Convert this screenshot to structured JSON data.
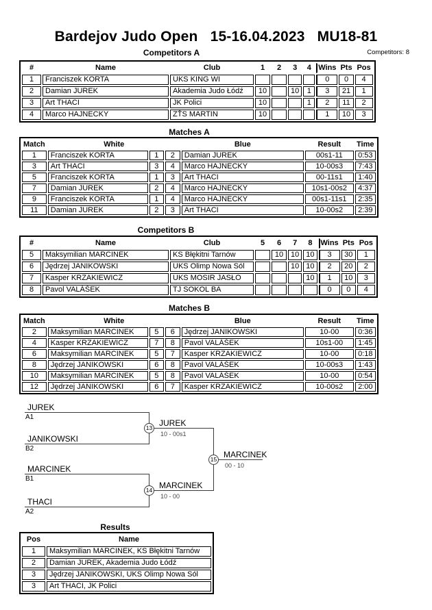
{
  "header": {
    "event": "Bardejov Judo Open",
    "date": "15-16.04.2023",
    "category": "MU18-81",
    "competitors_count": "Competitors: 8"
  },
  "sections": {
    "competitors_a": "Competitors A",
    "matches_a": "Matches A",
    "competitors_b": "Competitors B",
    "matches_b": "Matches B",
    "results": "Results"
  },
  "competitors_a": {
    "headers": [
      "#",
      "Name",
      "Club",
      "1",
      "2",
      "3",
      "4",
      "Wins",
      "Pts",
      "Pos"
    ],
    "rows": [
      {
        "num": "1",
        "name": "Franciszek KORTA",
        "club": "UKS KING WI",
        "c1": "",
        "c2": "",
        "c3": "",
        "c4": "",
        "wins": "0",
        "pts": "0",
        "pos": "4"
      },
      {
        "num": "2",
        "name": "Damian JUREK",
        "club": "Akademia Judo Łódź",
        "c1": "10",
        "c2": "",
        "c3": "10",
        "c4": "1",
        "wins": "3",
        "pts": "21",
        "pos": "1"
      },
      {
        "num": "3",
        "name": "Art THACI",
        "club": "JK Polici",
        "c1": "10",
        "c2": "",
        "c3": "",
        "c4": "1",
        "wins": "2",
        "pts": "11",
        "pos": "2"
      },
      {
        "num": "4",
        "name": "Marco HAJNECKY",
        "club": "ZŤS MARTIN",
        "c1": "10",
        "c2": "",
        "c3": "",
        "c4": "",
        "wins": "1",
        "pts": "10",
        "pos": "3"
      }
    ]
  },
  "matches_a": {
    "headers": [
      "Match",
      "White",
      "Blue",
      "Result",
      "Time"
    ],
    "rows": [
      {
        "match": "1",
        "white": "Franciszek KORTA",
        "wnum": "1",
        "bnum": "2",
        "blue": "Damian JUREK",
        "result": "00s1-11",
        "time": "0:53"
      },
      {
        "match": "3",
        "white": "Art THACI",
        "wnum": "3",
        "bnum": "4",
        "blue": "Marco HAJNECKY",
        "result": "10-00s3",
        "time": "7:43"
      },
      {
        "match": "5",
        "white": "Franciszek KORTA",
        "wnum": "1",
        "bnum": "3",
        "blue": "Art THACI",
        "result": "00-11s1",
        "time": "1:40"
      },
      {
        "match": "7",
        "white": "Damian JUREK",
        "wnum": "2",
        "bnum": "4",
        "blue": "Marco HAJNECKY",
        "result": "10s1-00s2",
        "time": "4:37"
      },
      {
        "match": "9",
        "white": "Franciszek KORTA",
        "wnum": "1",
        "bnum": "4",
        "blue": "Marco HAJNECKY",
        "result": "00s1-11s1",
        "time": "2:35"
      },
      {
        "match": "11",
        "white": "Damian JUREK",
        "wnum": "2",
        "bnum": "3",
        "blue": "Art THACI",
        "result": "10-00s2",
        "time": "2:39"
      }
    ]
  },
  "competitors_b": {
    "headers": [
      "#",
      "Name",
      "Club",
      "5",
      "6",
      "7",
      "8",
      "Wins",
      "Pts",
      "Pos"
    ],
    "rows": [
      {
        "num": "5",
        "name": "Maksymilian MARCINEK",
        "club": "KS Błękitni Tarnów",
        "c1": "",
        "c2": "10",
        "c3": "10",
        "c4": "10",
        "wins": "3",
        "pts": "30",
        "pos": "1"
      },
      {
        "num": "6",
        "name": "Jędrzej JANIKOWSKI",
        "club": "UKS Olimp Nowa Sól",
        "c1": "",
        "c2": "",
        "c3": "10",
        "c4": "10",
        "wins": "2",
        "pts": "20",
        "pos": "2"
      },
      {
        "num": "7",
        "name": "Kasper KRZAKIEWICZ",
        "club": "UKS MOSIR JASŁO",
        "c1": "",
        "c2": "",
        "c3": "",
        "c4": "10",
        "wins": "1",
        "pts": "10",
        "pos": "3"
      },
      {
        "num": "8",
        "name": "Pavol VALÁŠEK",
        "club": "TJ SOKOL BA",
        "c1": "",
        "c2": "",
        "c3": "",
        "c4": "",
        "wins": "0",
        "pts": "0",
        "pos": "4"
      }
    ]
  },
  "matches_b": {
    "headers": [
      "Match",
      "White",
      "Blue",
      "Result",
      "Time"
    ],
    "rows": [
      {
        "match": "2",
        "white": "Maksymilian MARCINEK",
        "wnum": "5",
        "bnum": "6",
        "blue": "Jędrzej JANIKOWSKI",
        "result": "10-00",
        "time": "0:36"
      },
      {
        "match": "4",
        "white": "Kasper KRZAKIEWICZ",
        "wnum": "7",
        "bnum": "8",
        "blue": "Pavol VALÁŠEK",
        "result": "10s1-00",
        "time": "1:45"
      },
      {
        "match": "6",
        "white": "Maksymilian MARCINEK",
        "wnum": "5",
        "bnum": "7",
        "blue": "Kasper KRZAKIEWICZ",
        "result": "10-00",
        "time": "0:18"
      },
      {
        "match": "8",
        "white": "Jędrzej JANIKOWSKI",
        "wnum": "6",
        "bnum": "8",
        "blue": "Pavol VALÁŠEK",
        "result": "10-00s3",
        "time": "1:43"
      },
      {
        "match": "10",
        "white": "Maksymilian MARCINEK",
        "wnum": "5",
        "bnum": "8",
        "blue": "Pavol VALÁŠEK",
        "result": "10-00",
        "time": "0:54"
      },
      {
        "match": "12",
        "white": "Jędrzej JANIKOWSKI",
        "wnum": "6",
        "bnum": "7",
        "blue": "Kasper KRZAKIEWICZ",
        "result": "10-00s2",
        "time": "2:00"
      }
    ]
  },
  "bracket": {
    "slots": [
      {
        "name": "JUREK",
        "seed": "A1"
      },
      {
        "name": "JANIKOWSKI",
        "seed": "B2"
      },
      {
        "name": "MARCINEK",
        "seed": "B1"
      },
      {
        "name": "THACI",
        "seed": "A2"
      }
    ],
    "semifinal1": {
      "number": "13",
      "winner": "JUREK",
      "score": "10 - 00s1"
    },
    "semifinal2": {
      "number": "14",
      "winner": "MARCINEK",
      "score": "10 - 00"
    },
    "final": {
      "number": "15",
      "winner": "MARCINEK",
      "score": "00 - 10"
    }
  },
  "results": {
    "headers": [
      "Pos",
      "Name"
    ],
    "rows": [
      {
        "pos": "1",
        "name": "Maksymilian MARCINEK, KS Błękitni Tarnów"
      },
      {
        "pos": "2",
        "name": "Damian JUREK, Akademia Judo Łódź"
      },
      {
        "pos": "3",
        "name": "Jędrzej JANIKOWSKI, UKS Olimp Nowa Sól"
      },
      {
        "pos": "3",
        "name": "Art THACI, JK Polici"
      }
    ]
  }
}
